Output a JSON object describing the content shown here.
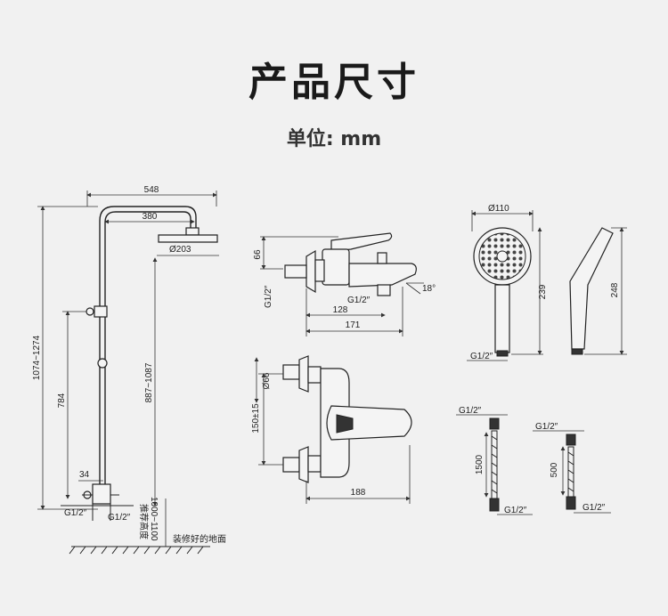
{
  "header": {
    "title": "产品尺寸",
    "unit": "单位: mm"
  },
  "shower_system": {
    "width_total": "548",
    "arm_length": "380",
    "head_diameter": "Ø203",
    "height_range": "1074~1274",
    "bar_height": "784",
    "head_to_valve": "887~1087",
    "valve_offset": "34",
    "inlet_left": "G1/2″",
    "inlet_right": "G1/2″",
    "recommended_height_label": "推荐高度",
    "recommended_height": "1000~1100",
    "floor_label": "装修好的地面"
  },
  "bath_mixer_side": {
    "height": "66",
    "inlet": "G1/2″",
    "outlet": "G1/2″",
    "spout_angle": "18°",
    "spout_reach": "128",
    "total_length": "171"
  },
  "hand_shower": {
    "diameter": "Ø110",
    "length": "239",
    "side_length": "248",
    "inlet": "G1/2″"
  },
  "bath_mixer_top": {
    "handle_diameter": "Ø66",
    "center_distance": "150±15",
    "width": "188"
  },
  "hose_long": {
    "top_thread": "G1/2″",
    "length": "1500",
    "bottom_thread": "G1/2″"
  },
  "hose_short": {
    "top_thread": "G1/2″",
    "length": "500",
    "bottom_thread": "G1/2″"
  }
}
